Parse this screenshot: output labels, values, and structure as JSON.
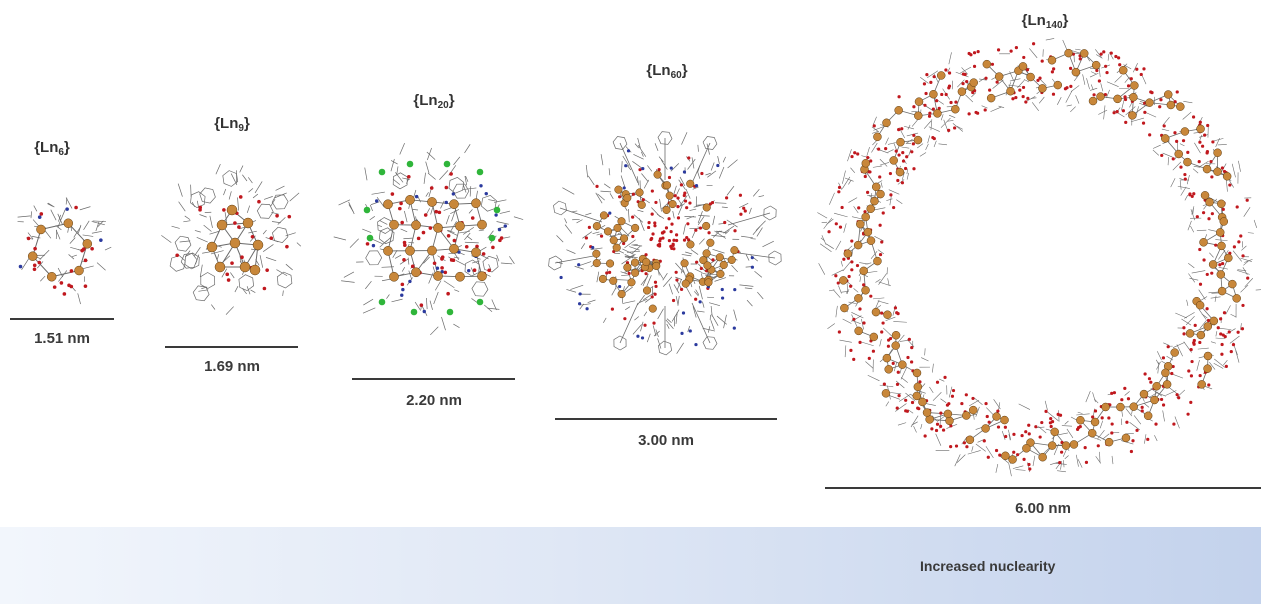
{
  "clusters": [
    {
      "id": "ln6",
      "title_base": "{Ln",
      "title_sub": "6",
      "title_end": "}",
      "scale_label": "1.51 nm",
      "ln_count": 6
    },
    {
      "id": "ln9",
      "title_base": "{Ln",
      "title_sub": "9",
      "title_end": "}",
      "scale_label": "1.69 nm",
      "ln_count": 9
    },
    {
      "id": "ln20",
      "title_base": "{Ln",
      "title_sub": "20",
      "title_end": "}",
      "scale_label": "2.20 nm",
      "ln_count": 20
    },
    {
      "id": "ln60",
      "title_base": "{Ln",
      "title_sub": "60",
      "title_end": "}",
      "scale_label": "3.00 nm",
      "ln_count": 60
    },
    {
      "id": "ln140",
      "title_base": "{Ln",
      "title_sub": "140",
      "title_end": "}",
      "scale_label": "6.00 nm",
      "ln_count": 140
    }
  ],
  "band": {
    "label": "Increased nuclearity"
  },
  "colors": {
    "lanthanide": "#c8873a",
    "oxygen": "#c0181e",
    "nitrogen": "#2b3a9e",
    "chlorine": "#2fb53a",
    "bond": "#6a6a6a",
    "scale_bar": "#3a3a3a"
  }
}
